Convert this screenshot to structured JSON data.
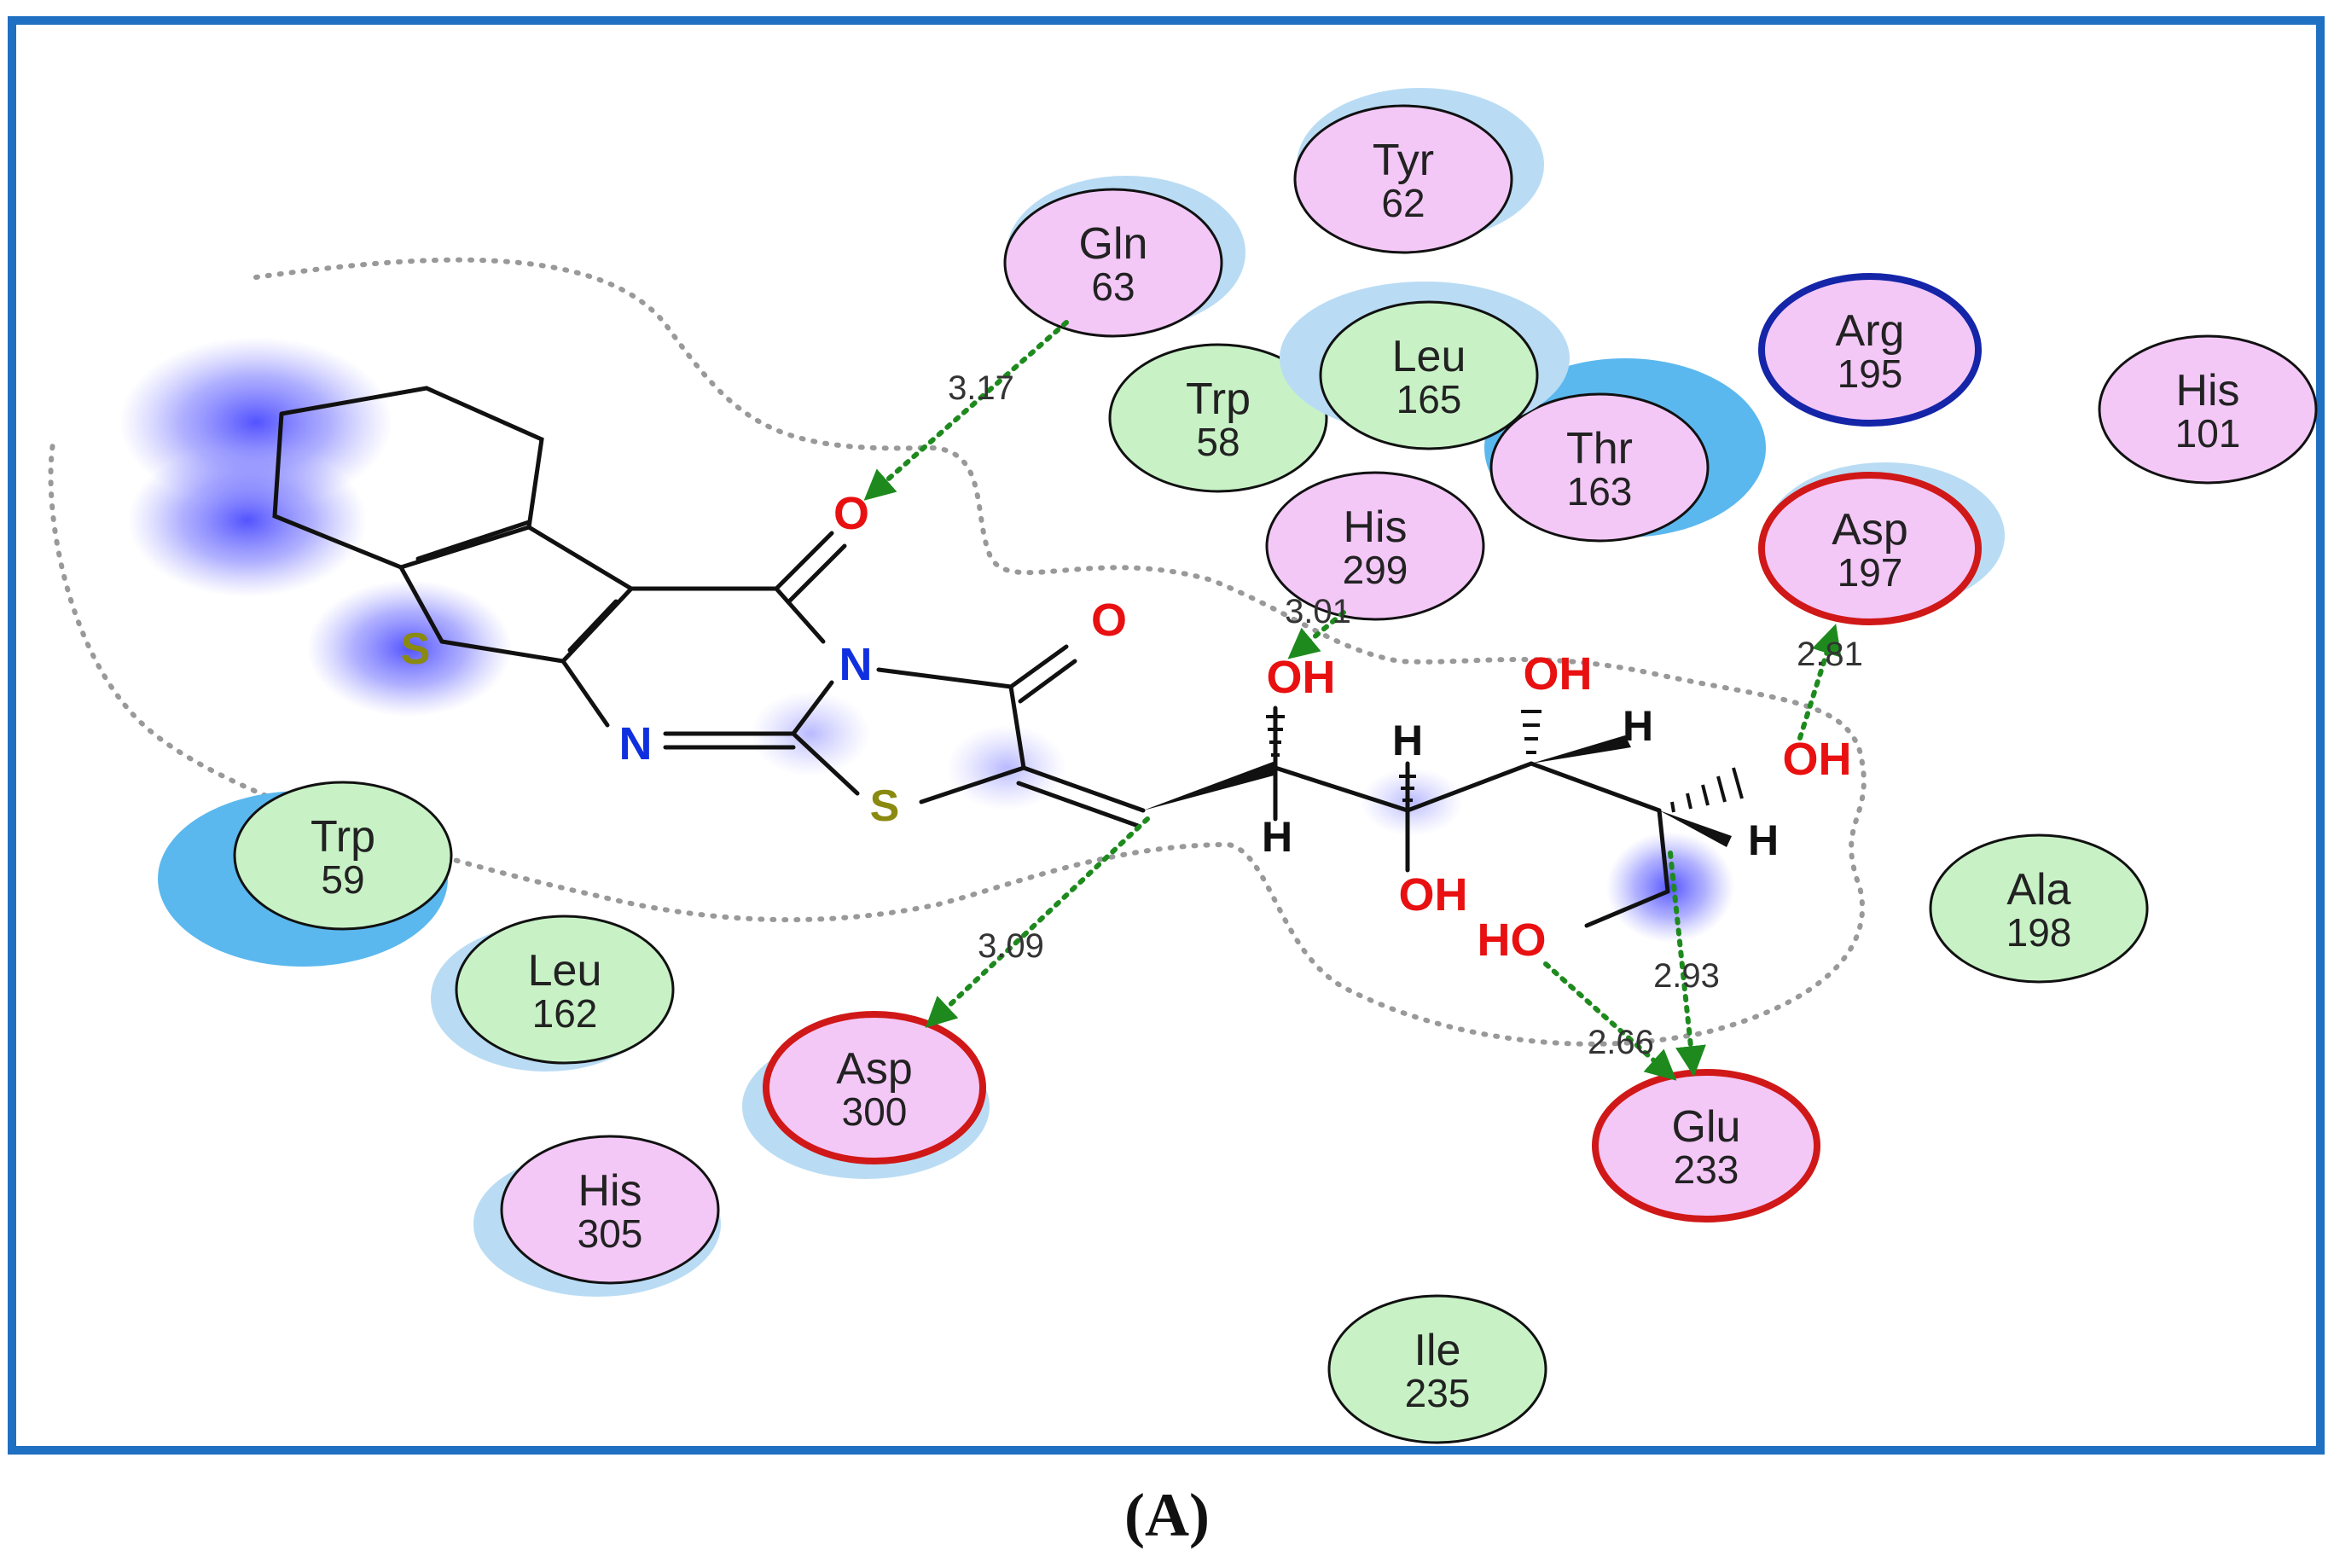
{
  "panel_label": "(A)",
  "colors": {
    "frame": "#1f6fc2",
    "polar_residue": "#f3c8f7",
    "hydrophobic_residue": "#c8f2c6",
    "charged_negative_ring": "#d01818",
    "charged_positive_ring": "#1525a8",
    "solvent_halo": "#b9dcf4",
    "hbond": "#1e8a1e",
    "oxygen": "#e81010",
    "nitrogen": "#1030e0",
    "sulfur": "#8a8a10",
    "pocket_outline": "#999999",
    "ligand_exposure": "#5b5bff"
  },
  "residues": [
    {
      "name": "Gln",
      "num": "63",
      "type": "polar"
    },
    {
      "name": "Tyr",
      "num": "62",
      "type": "polar"
    },
    {
      "name": "Trp",
      "num": "58",
      "type": "hydrophobic"
    },
    {
      "name": "Leu",
      "num": "165",
      "type": "hydrophobic"
    },
    {
      "name": "Thr",
      "num": "163",
      "type": "polar"
    },
    {
      "name": "Arg",
      "num": "195",
      "type": "positive"
    },
    {
      "name": "His",
      "num": "101",
      "type": "polar"
    },
    {
      "name": "His",
      "num": "299",
      "type": "polar"
    },
    {
      "name": "Asp",
      "num": "197",
      "type": "negative"
    },
    {
      "name": "Trp",
      "num": "59",
      "type": "hydrophobic"
    },
    {
      "name": "Leu",
      "num": "162",
      "type": "hydrophobic"
    },
    {
      "name": "Asp",
      "num": "300",
      "type": "negative"
    },
    {
      "name": "His",
      "num": "305",
      "type": "polar"
    },
    {
      "name": "Ala",
      "num": "198",
      "type": "hydrophobic"
    },
    {
      "name": "Glu",
      "num": "233",
      "type": "negative"
    },
    {
      "name": "Ile",
      "num": "235",
      "type": "hydrophobic"
    }
  ],
  "hbonds": [
    {
      "label": "3.17",
      "from": "Gln 63",
      "to": "O"
    },
    {
      "label": "3.01",
      "from": "His 299",
      "to": "OH"
    },
    {
      "label": "2.81",
      "from": "OH",
      "to": "Asp 197"
    },
    {
      "label": "3.09",
      "from": "C=C",
      "to": "Asp 300"
    },
    {
      "label": "2.93",
      "from": "CH",
      "to": "Glu 233"
    },
    {
      "label": "2.66",
      "from": "HO",
      "to": "Glu 233"
    }
  ],
  "atoms": [
    {
      "text": "O",
      "element": "O"
    },
    {
      "text": "O",
      "element": "O"
    },
    {
      "text": "N",
      "element": "N"
    },
    {
      "text": "N",
      "element": "N"
    },
    {
      "text": "S",
      "element": "S"
    },
    {
      "text": "S",
      "element": "S"
    },
    {
      "text": "OH",
      "element": "O"
    },
    {
      "text": "OH",
      "element": "O"
    },
    {
      "text": "OH",
      "element": "O"
    },
    {
      "text": "OH",
      "element": "O"
    },
    {
      "text": "HO",
      "element": "O"
    },
    {
      "text": "H",
      "element": "H"
    },
    {
      "text": "H",
      "element": "H"
    },
    {
      "text": "H",
      "element": "H"
    },
    {
      "text": "H",
      "element": "H"
    }
  ]
}
